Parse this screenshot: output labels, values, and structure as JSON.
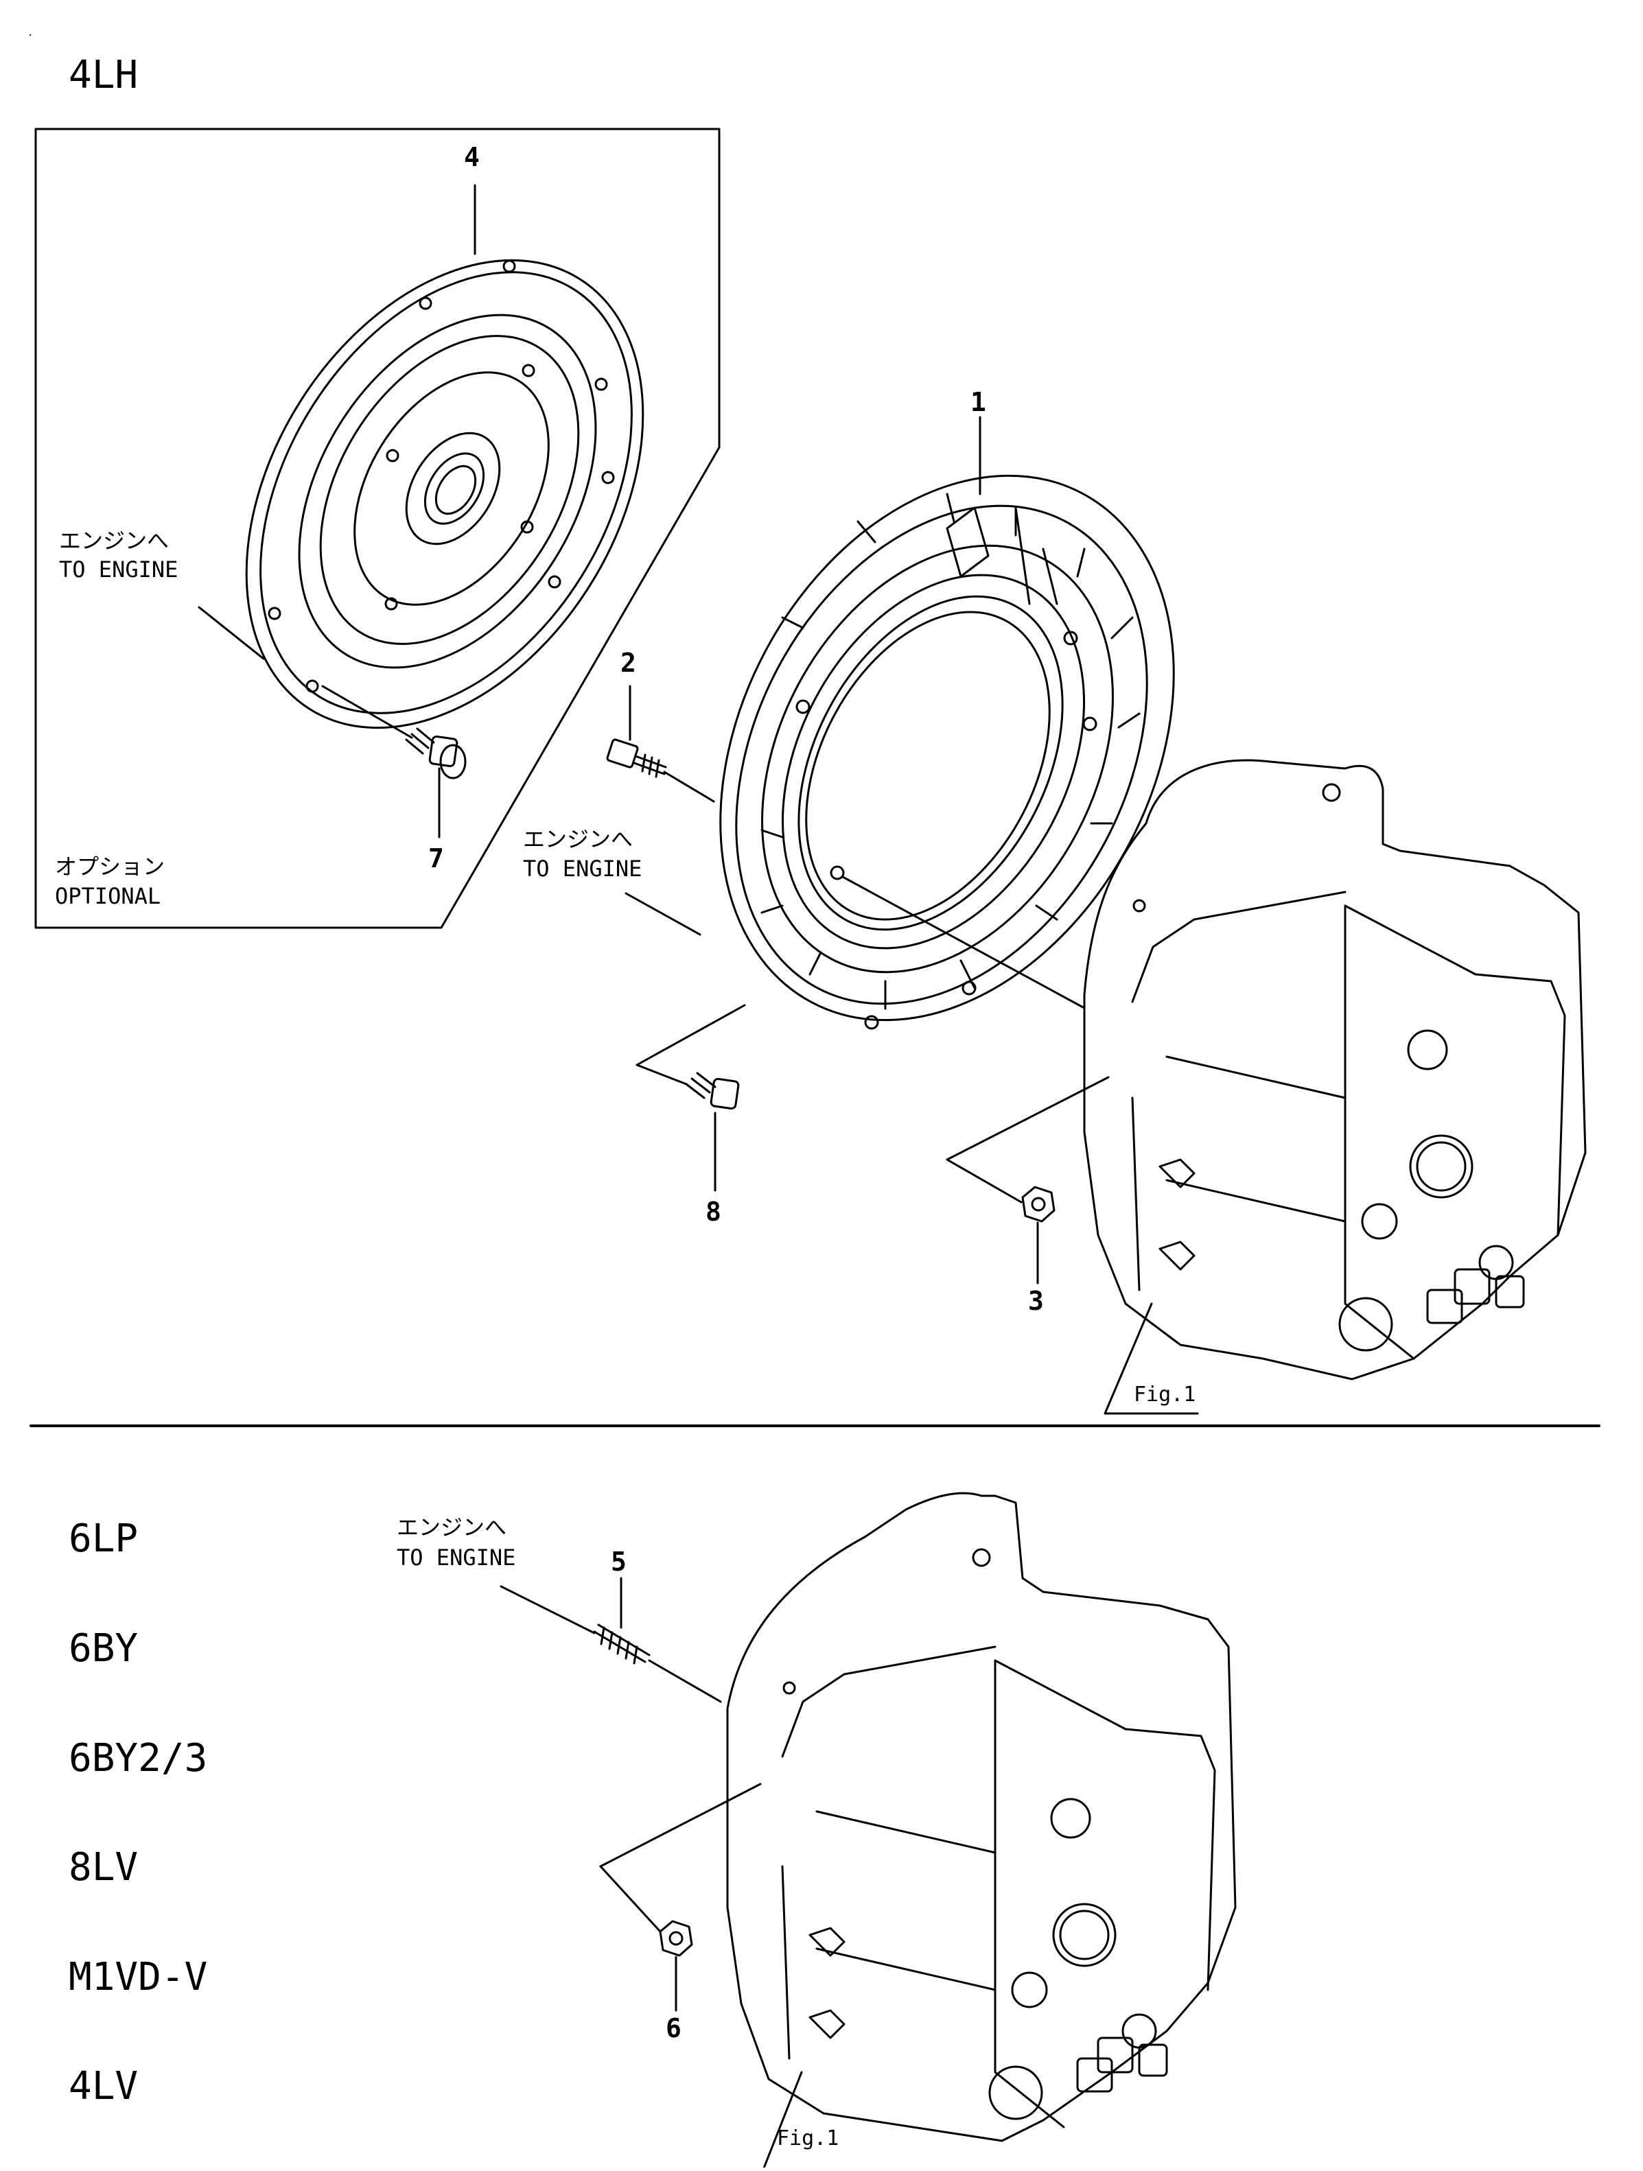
{
  "top_section": {
    "model": "4LH",
    "optional_box": {
      "note_ja": "オプション",
      "note_en": "OPTIONAL",
      "to_engine_ja": "エンジンへ",
      "to_engine_en": "TO ENGINE",
      "callouts": [
        "4",
        "7"
      ]
    },
    "to_engine_ja": "エンジンへ",
    "to_engine_en": "TO ENGINE",
    "callouts": [
      "1",
      "2",
      "3",
      "8"
    ],
    "fig_label": "Fig.1"
  },
  "bottom_section": {
    "models": [
      "6LP",
      "6BY",
      "6BY2/3",
      "8LV",
      "M1VD-V",
      "4LV"
    ],
    "to_engine_ja": "エンジンへ",
    "to_engine_en": "TO ENGINE",
    "callouts": [
      "5",
      "6"
    ],
    "fig_label": "Fig.1"
  },
  "corner_mark": "."
}
